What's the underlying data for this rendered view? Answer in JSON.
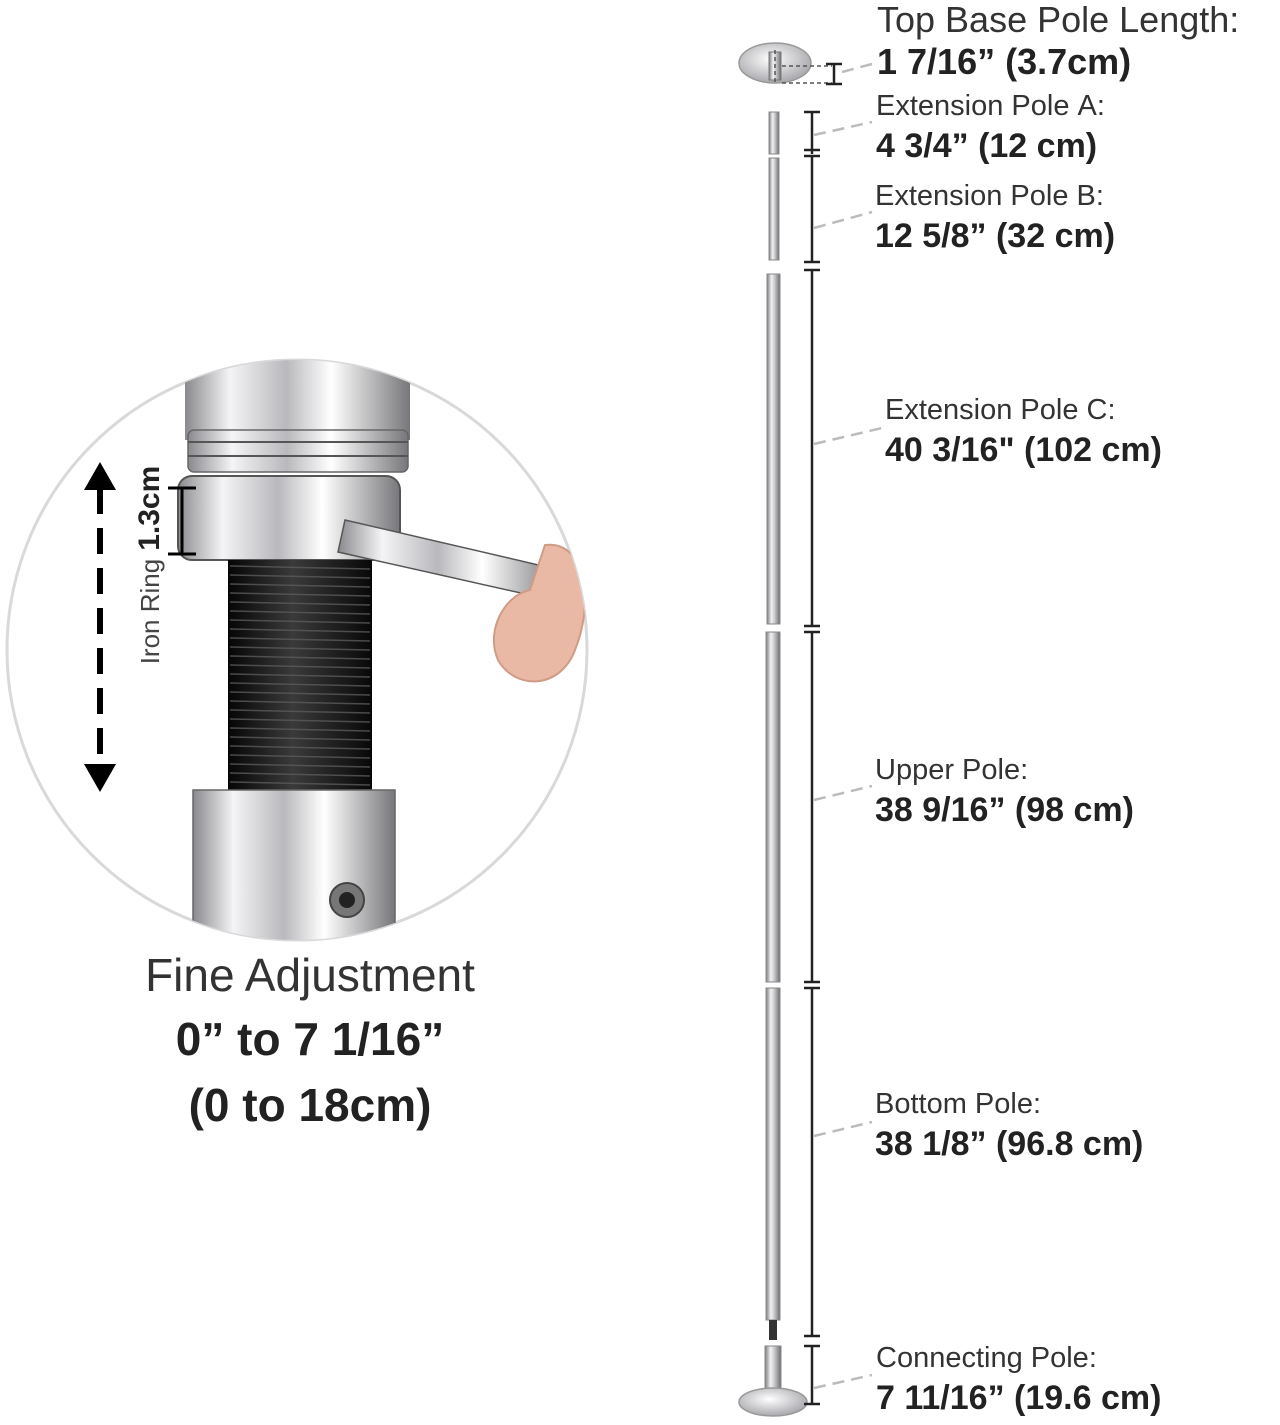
{
  "inset": {
    "fine_adjustment": {
      "title": "Fine Adjustment",
      "range_in": "0” to 7  1/16”",
      "range_cm": "(0 to 18cm)"
    },
    "iron_ring": {
      "label": "Iron Ring",
      "value": "1.3cm"
    }
  },
  "parts": [
    {
      "name": "Top Base Pole Length:",
      "size": "1 7/16” (3.7cm)"
    },
    {
      "name": "Extension Pole A:",
      "size": "4 3/4” (12 cm)"
    },
    {
      "name": "Extension Pole B:",
      "size": "12 5/8” (32 cm)"
    },
    {
      "name": "Extension Pole C:",
      "size": "40 3/16\" (102 cm)"
    },
    {
      "name": "Upper Pole:",
      "size": "38 9/16” (98 cm)"
    },
    {
      "name": "Bottom Pole:",
      "size": "38 1/8” (96.8 cm)"
    },
    {
      "name": "Connecting Pole:",
      "size": "7 11/16” (19.6 cm)"
    }
  ],
  "colors": {
    "text": "#222222",
    "dim_line": "#222222",
    "leader": "#bbbbbb",
    "chrome": "#c8c8cc",
    "thread": "#1a1a1a"
  }
}
